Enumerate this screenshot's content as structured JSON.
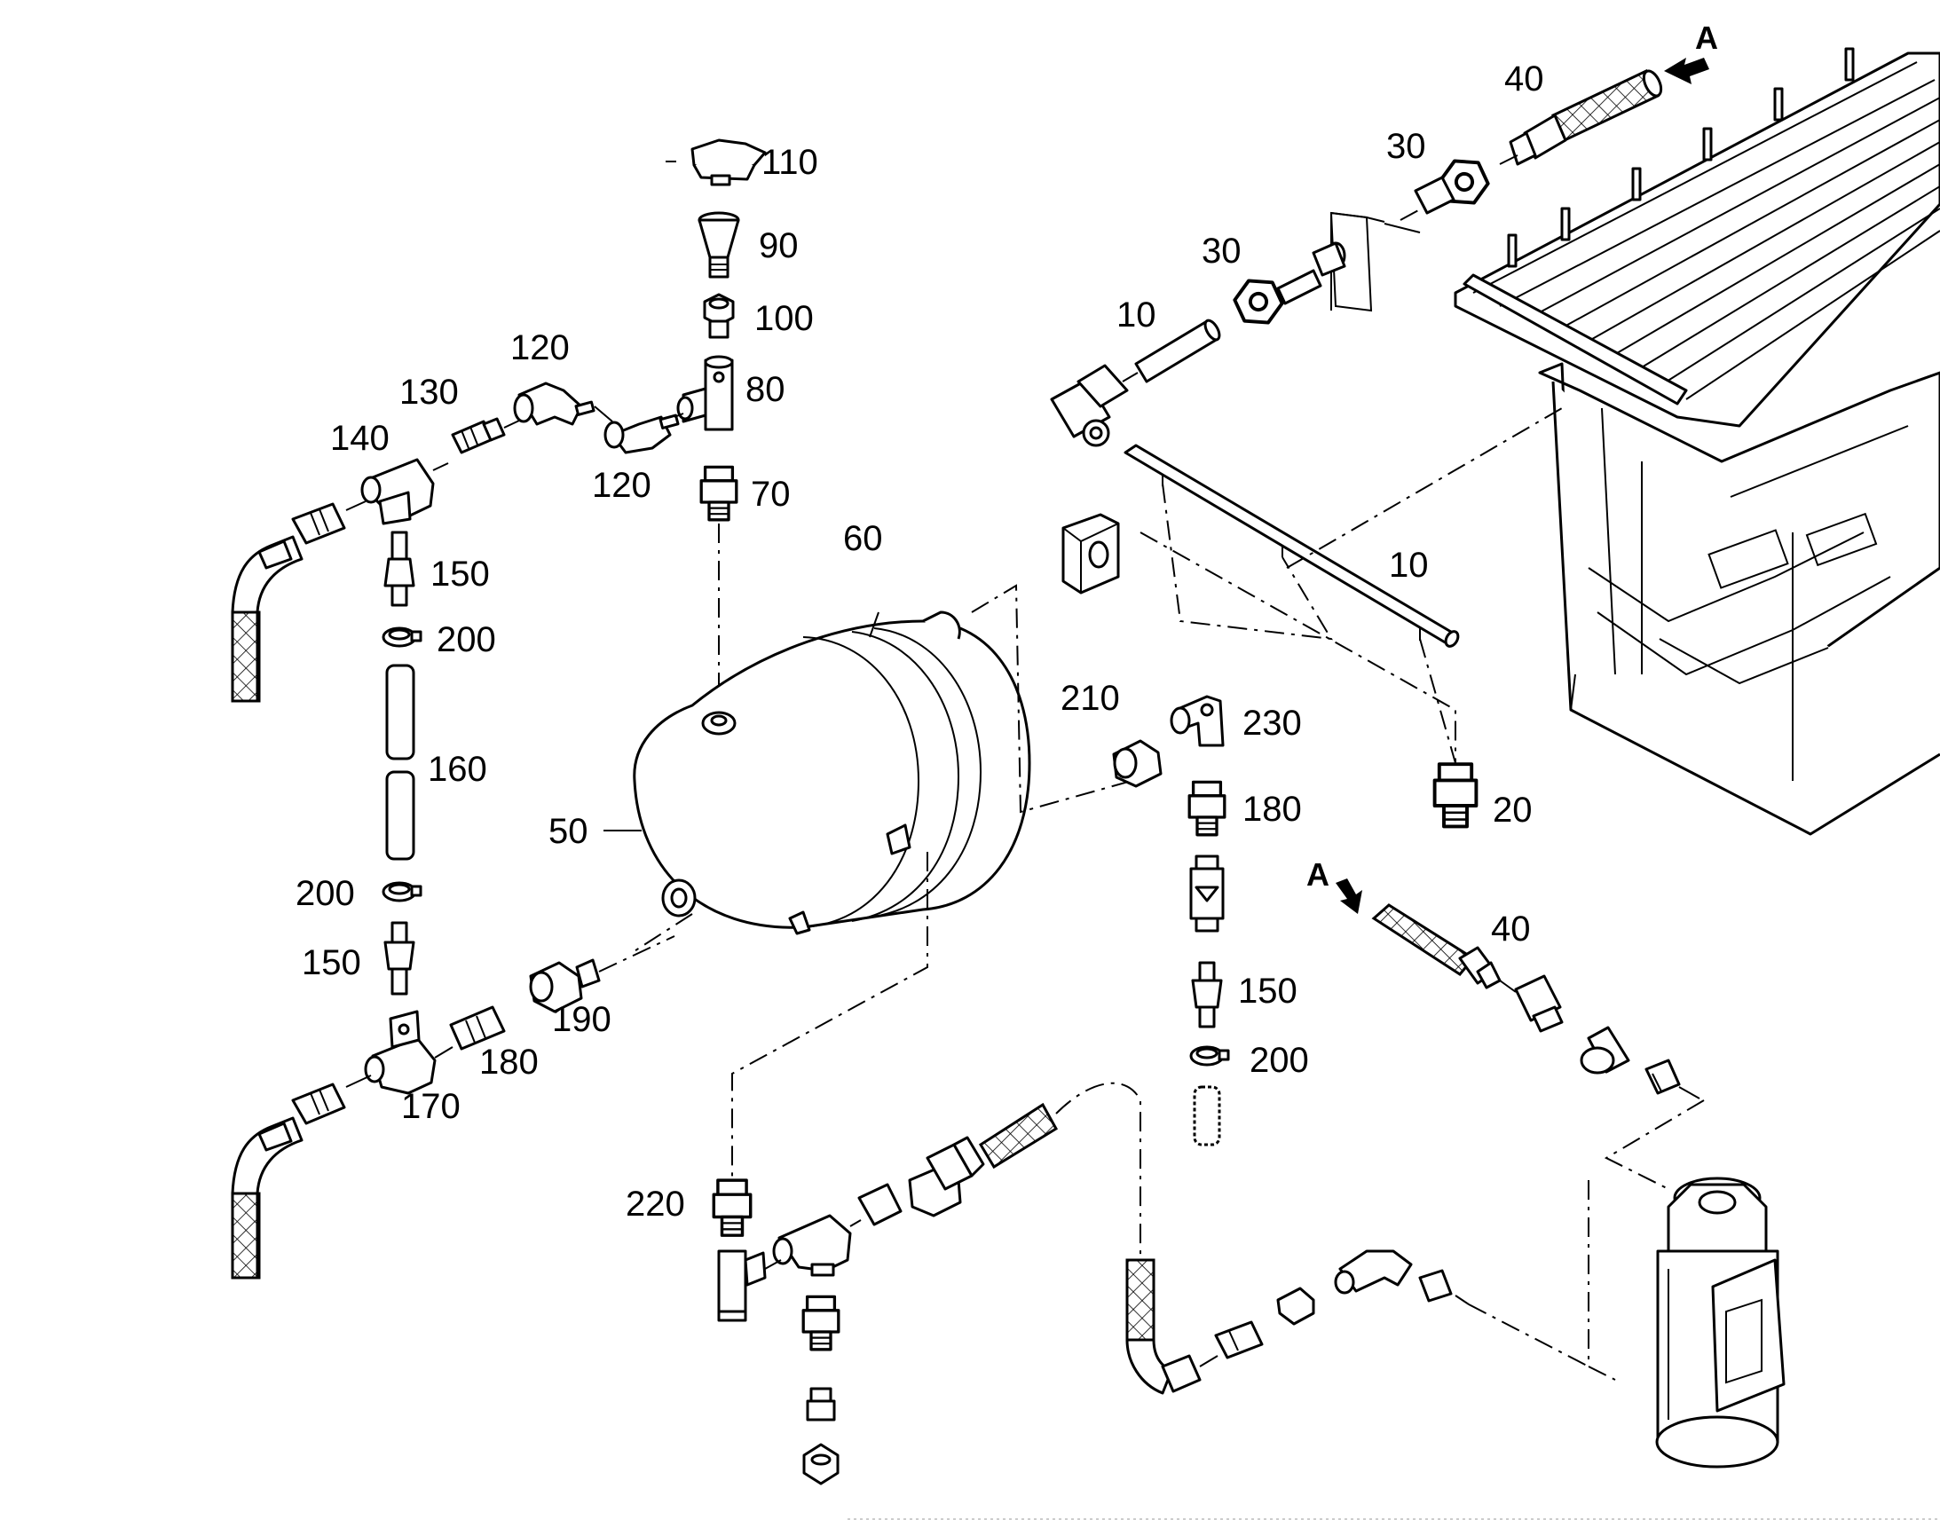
{
  "diagram": {
    "part_labels": {
      "p10a": "10",
      "p10b": "10",
      "p20": "20",
      "p30a": "30",
      "p30b": "30",
      "p40a": "40",
      "p40b": "40",
      "p50": "50",
      "p60": "60",
      "p70": "70",
      "p80": "80",
      "p90": "90",
      "p100": "100",
      "p110": "110",
      "p120a": "120",
      "p120b": "120",
      "p130": "130",
      "p140": "140",
      "p150a": "150",
      "p150b": "150",
      "p150c": "150",
      "p160": "160",
      "p170": "170",
      "p180a": "180",
      "p180b": "180",
      "p190": "190",
      "p200a": "200",
      "p200b": "200",
      "p200c": "200",
      "p210": "210",
      "p220": "220",
      "p230": "230"
    },
    "connection_markers": {
      "a_top": "A",
      "a_mid": "A"
    },
    "icons": [
      "air-tank-icon",
      "compressor-icon",
      "radiator-frame-icon",
      "hose-icon",
      "fitting-icon",
      "arrow-icon"
    ]
  }
}
